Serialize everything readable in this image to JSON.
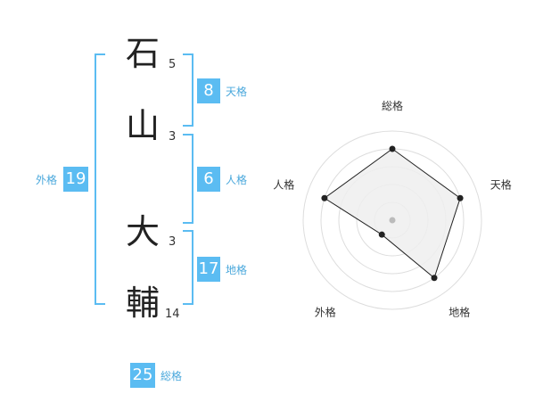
{
  "name": {
    "characters": [
      {
        "char": "石",
        "strokes": "5"
      },
      {
        "char": "山",
        "strokes": "3"
      },
      {
        "char": "大",
        "strokes": "3"
      },
      {
        "char": "輔",
        "strokes": "14"
      }
    ]
  },
  "fortunes": {
    "tenkaku": {
      "value": "8",
      "label": "天格"
    },
    "jinkaku": {
      "value": "6",
      "label": "人格"
    },
    "chikaku": {
      "value": "17",
      "label": "地格"
    },
    "gaikaku": {
      "value": "19",
      "label": "外格"
    },
    "soukaku": {
      "value": "25",
      "label": "総格"
    }
  },
  "colors": {
    "accent": "#5bbcf2",
    "accent_text": "#4aa8dc",
    "radar_fill": "#eeeeee",
    "radar_ring": "#dddddd",
    "radar_point": "#222222"
  },
  "chart_data": {
    "type": "radar",
    "axes": [
      "総格",
      "天格",
      "地格",
      "外格",
      "人格"
    ],
    "values": [
      4,
      4,
      4,
      1,
      4
    ],
    "max": 5,
    "grid": true
  }
}
